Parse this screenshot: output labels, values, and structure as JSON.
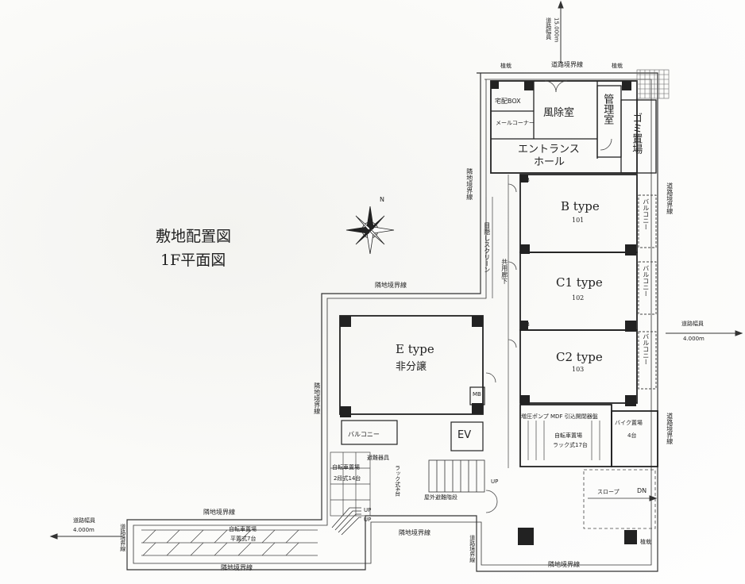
{
  "title": {
    "line1": "敷地配置図",
    "line2": "1F平面図"
  },
  "rooms": {
    "fujoshitsu": "風除室",
    "takuhai_box": "宅配BOX",
    "mail_corner": "メールコーナー",
    "entrance_hall_line1": "エントランス",
    "entrance_hall_line2": "ホール",
    "kanrishitsu": "管理室",
    "gomi_okiba": "ゴミ置場",
    "b_type_name": "B type",
    "b_type_number": "101",
    "c1_type_name": "C1 type",
    "c1_type_number": "102",
    "c2_type_name": "C2 type",
    "c2_type_number": "103",
    "e_type_name": "E type",
    "e_type_note": "非分譲",
    "mb": "MB",
    "ev": "EV",
    "balcony": "バルコニー",
    "kyoyo_roka": "共用廊下",
    "screen": "目隠しスクリーン",
    "pump_room": "増圧ポンプ MDF 引込開閉器盤",
    "bike_parking_label": "自転車置場",
    "bike_parking_rack": "ラック式17台",
    "motorbike_parking": "バイク置場",
    "motorbike_count": "4台",
    "bike_parking_2": "自転車置場",
    "bike_parking_2_count": "2段式14台",
    "bike_parking_3": "自転車置場",
    "bike_parking_3_count": "平置式7台",
    "rack_label": "ラック式4台",
    "stairs_outdoor": "屋外避難階段",
    "slope": "スロープ",
    "dn": "DN",
    "up": "UP",
    "emergency_storage": "避難器具"
  },
  "boundaries": {
    "road_boundary": "道路境界線",
    "neighbor_boundary": "隣地境界線",
    "planting": "植栽"
  },
  "roads": {
    "north_label": "道路幅員",
    "north_width": "15.000m",
    "east_label": "道路幅員",
    "east_width": "4.000m",
    "west_label": "道路幅員",
    "west_width": "4.000m"
  },
  "compass": {
    "north": "N"
  }
}
